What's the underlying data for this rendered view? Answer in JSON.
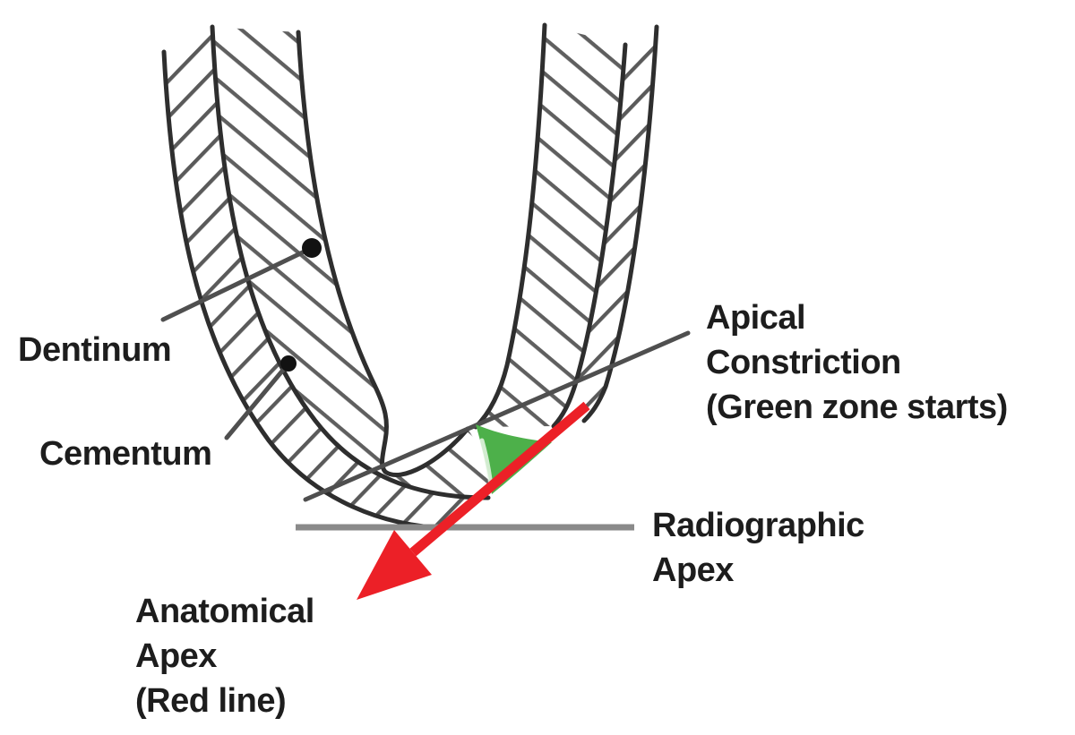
{
  "labels": {
    "dentinum": "Dentinum",
    "cementum": "Cementum",
    "apical_constriction": "Apical\nConstriction\n(Green zone starts)",
    "radiographic_apex": "Radiographic\nApex",
    "anatomical_apex": "Anatomical\nApex\n(Red line)"
  },
  "colors": {
    "green_zone": "#4db04a",
    "green_highlight": "#eaf7e8",
    "red_arrow": "#ec2027",
    "radiographic_line": "#8a8a8a",
    "leader_line": "#4f4f4f",
    "hatch": "#5a5a5a",
    "contour": "#2e2e2e",
    "text": "#1d1d1d"
  }
}
